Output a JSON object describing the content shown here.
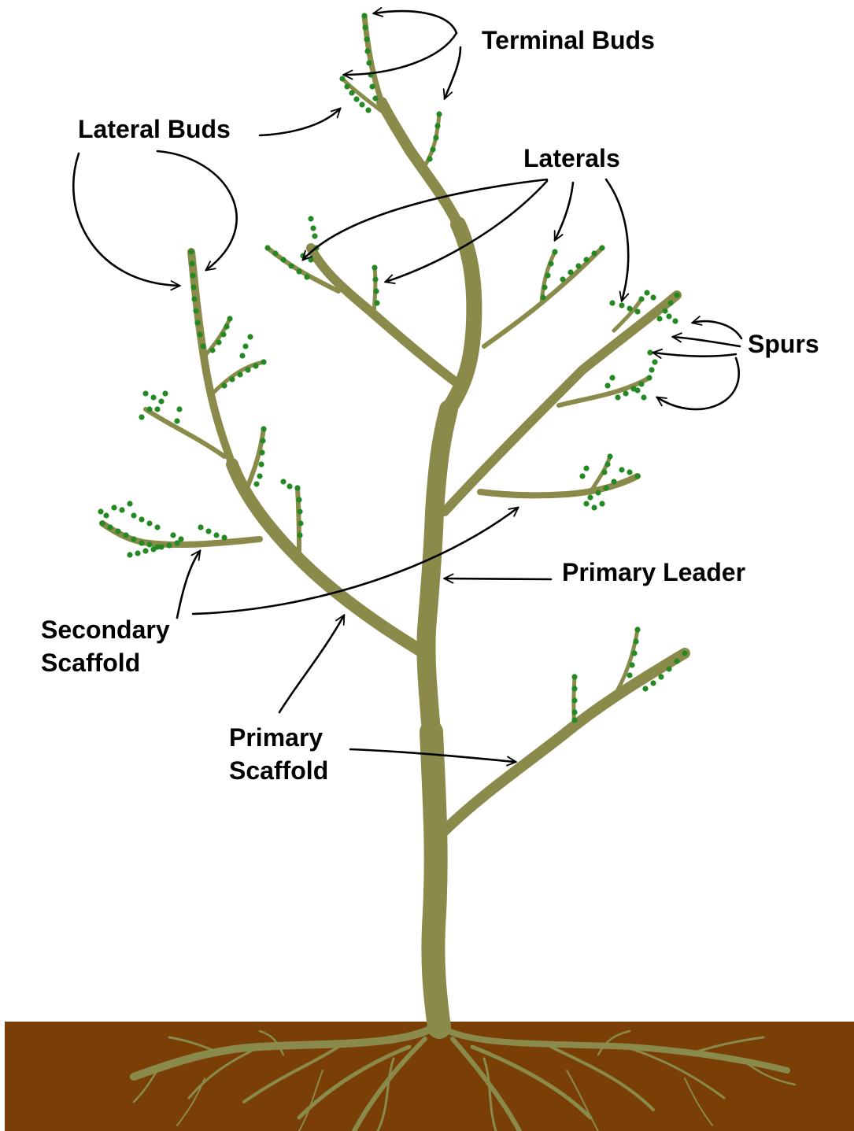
{
  "colors": {
    "background": "#ffffff",
    "soil": "#7a3f06",
    "wood": "#8a8a4a",
    "bud": "#238a23",
    "label_text": "#000000",
    "arrow": "#000000"
  },
  "diagram": {
    "labels": {
      "terminal_buds": "Terminal Buds",
      "lateral_buds": "Lateral Buds",
      "laterals": "Laterals",
      "spurs": "Spurs",
      "primary_leader": "Primary Leader",
      "secondary_scaffold_line1": "Secondary",
      "secondary_scaffold_line2": "Scaffold",
      "primary_scaffold_line1": "Primary",
      "primary_scaffold_line2": "Scaffold"
    },
    "icons": {
      "arrow": "arrow-icon",
      "bud": "bud-dot-icon"
    }
  }
}
